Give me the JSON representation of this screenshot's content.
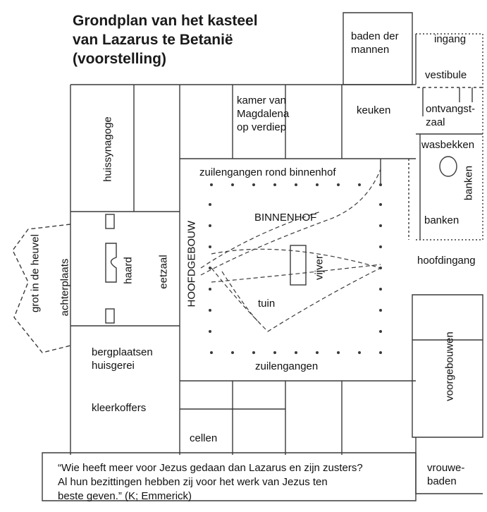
{
  "title": "Grondplan van het kasteel\nvan Lazarus te Betanië\n(voorstelling)",
  "labels": {
    "baden_der_mannen": "baden der\nmannen",
    "ingang": "ingang",
    "vestibule": "vestibule",
    "ontvangstzaal": "ontvangst-\nzaal",
    "keuken": "keuken",
    "kamer_magdalena": "kamer van\nMagdalena\nop verdiep",
    "huissynagoge": "huissynagoge",
    "wasbekken": "wasbekken",
    "banken_vert": "banken",
    "banken": "banken",
    "zuilengangen_rond": "zuilengangen rond binnenhof",
    "binnenhof": "BINNENHOF",
    "hoofdgebouw": "HOOFDGEBOUW",
    "grot": "grot in de heuvel",
    "achterplaats": "achterplaats",
    "haard": "haard",
    "eetzaal": "eetzaal",
    "vijver": "vijver",
    "tuin": "tuin",
    "hoofdingang": "hoofdingang",
    "bergplaatsen": "bergplaatsen\nhuisgerei",
    "zuilengangen": "zuilengangen",
    "voorgebouwen": "voorgebouwen",
    "kleerkoffers": "kleerkoffers",
    "cellen": "cellen",
    "vrouwebaden": "vrouwe-\nbaden"
  },
  "quote": "“Wie heeft meer voor Jezus gedaan dan Lazarus en zijn zusters?\nAl hun bezittingen hebben zij voor het werk van Jezus ten\nbeste geven.” (K; Emmerick)",
  "colors": {
    "ink": "#111111",
    "line": "#3a3a3a"
  }
}
